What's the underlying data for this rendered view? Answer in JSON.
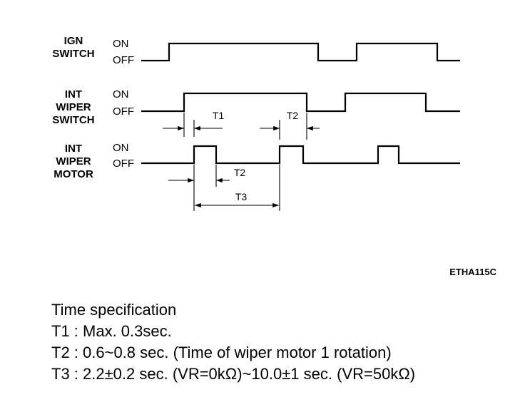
{
  "signals": [
    {
      "name_lines": [
        "IGN",
        "SWITCH"
      ],
      "on": "ON",
      "off": "OFF"
    },
    {
      "name_lines": [
        "INT",
        "WIPER",
        "SWITCH"
      ],
      "on": "ON",
      "off": "OFF"
    },
    {
      "name_lines": [
        "INT",
        "WIPER",
        "MOTOR"
      ],
      "on": "ON",
      "off": "OFF"
    }
  ],
  "timing_labels": {
    "t1": "T1",
    "t2_switch": "T2",
    "t2_motor": "T2",
    "t3": "T3"
  },
  "figure_code": "ETHA115C",
  "spec": {
    "heading": "Time specification",
    "lines": [
      "T1 :  Max.  0.3sec.",
      "T2 : 0.6~0.8 sec. (Time of wiper motor 1 rotation)",
      "T3 : 2.2±0.2 sec. (VR=0kΩ)~10.0±1 sec. (VR=50kΩ)"
    ]
  }
}
